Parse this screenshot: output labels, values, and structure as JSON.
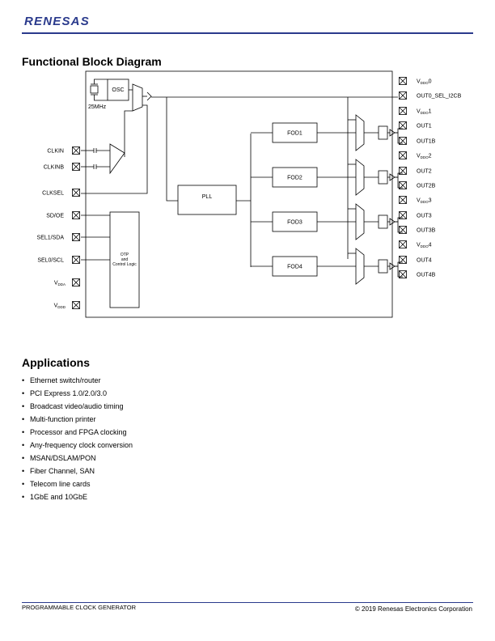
{
  "header": {
    "logo": "RENESAS"
  },
  "block_diagram": {
    "title": "Functional Block Diagram",
    "osc_label": "OSC",
    "crystal_freq": "25MHz",
    "pll_label": "PLL",
    "otp_label": [
      "OTP",
      "and",
      "Control Logic"
    ],
    "fod_labels": [
      "FOD1",
      "FOD2",
      "FOD3",
      "FOD4"
    ],
    "left_pins": [
      "CLKIN",
      "CLKINB",
      "CLKSEL",
      "SD/OE",
      "SEL1/SDA",
      "SEL0/SCL"
    ],
    "left_supply_pins": [
      {
        "base": "V",
        "sub": "DDA"
      },
      {
        "base": "V",
        "sub": "DDD"
      }
    ],
    "right_pins": [
      {
        "base": "V",
        "sub": "DDO",
        "suffix": "0"
      },
      {
        "base": "OUT0_SEL_I2CB"
      },
      {
        "base": "V",
        "sub": "DDO",
        "suffix": "1"
      },
      {
        "base": "OUT1"
      },
      {
        "base": "OUT1B"
      },
      {
        "base": "V",
        "sub": "DDO",
        "suffix": "2"
      },
      {
        "base": "OUT2"
      },
      {
        "base": "OUT2B"
      },
      {
        "base": "V",
        "sub": "DDO",
        "suffix": "3"
      },
      {
        "base": "OUT3"
      },
      {
        "base": "OUT3B"
      },
      {
        "base": "V",
        "sub": "DDO",
        "suffix": "4"
      },
      {
        "base": "OUT4"
      },
      {
        "base": "OUT4B"
      }
    ]
  },
  "applications": {
    "title": "Applications",
    "items": [
      "Ethernet switch/router",
      "PCI Express 1.0/2.0/3.0",
      "Broadcast video/audio timing",
      "Multi-function printer",
      "Processor and FPGA clocking",
      "Any-frequency clock conversion",
      "MSAN/DSLAM/PON",
      "Fiber Channel, SAN",
      "Telecom line cards",
      "1GbE and 10GbE"
    ]
  },
  "footer": {
    "left": "PROGRAMMABLE CLOCK GENERATOR",
    "right": "© 2019 Renesas Electronics Corporation"
  }
}
